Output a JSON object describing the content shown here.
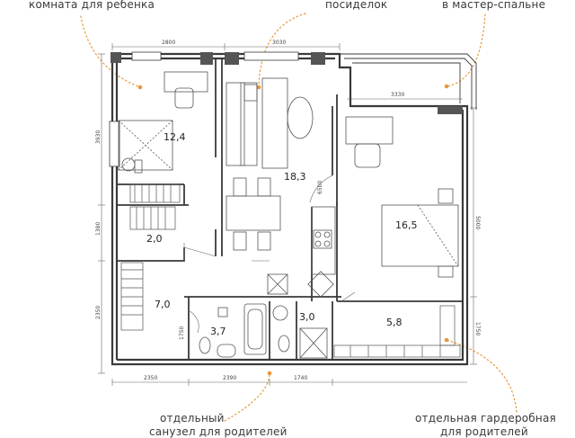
{
  "callouts": {
    "child_room": "комната для ребенка",
    "sitting": "посиделок",
    "master": "в мастер-спальне",
    "bath_bottom_1": "отдельный",
    "bath_bottom_2": "санузел для родителей",
    "wardrobe_bottom_1": "отдельная гардеробная",
    "wardrobe_bottom_2": "для родителей"
  },
  "rooms": {
    "child": "12,4",
    "living": "18,3",
    "master": "16,5",
    "storage": "2,0",
    "hall": "7,0",
    "bath": "3,7",
    "wc": "3,0",
    "wardrobe": "5,8"
  },
  "dimensions": {
    "top_left": "2800",
    "top_mid": "3030",
    "balcony": "3330",
    "left_1": "3930",
    "left_2": "1380",
    "left_3": "2350",
    "left_4": "1750",
    "mid_vert": "6500",
    "right_1": "5000",
    "right_2": "1750",
    "bottom_1": "2350",
    "bottom_2": "2390",
    "bottom_3": "1740"
  },
  "colors": {
    "accent": "#e8973a",
    "wall": "#3a3a3a",
    "furniture": "#555555"
  }
}
